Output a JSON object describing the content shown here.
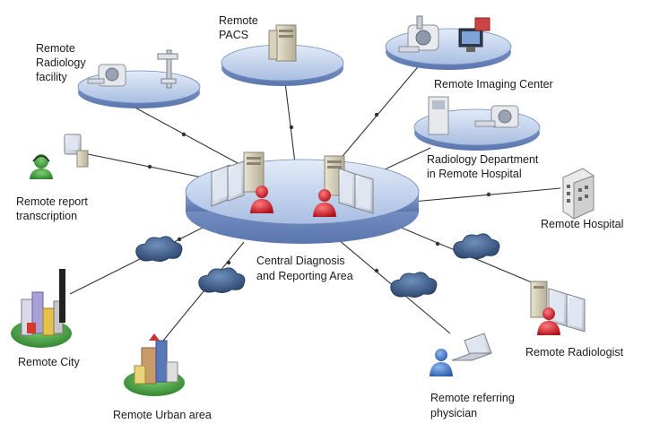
{
  "labels": {
    "remote_pacs": [
      "Remote",
      "PACS"
    ],
    "remote_radiology_facility": [
      "Remote",
      "Radiology",
      "facility"
    ],
    "remote_imaging_center": [
      "Remote Imaging Center"
    ],
    "radiology_department": [
      "Radiology Department",
      "in Remote Hospital"
    ],
    "remote_hospital": [
      "Remote Hospital"
    ],
    "remote_report_transcription": [
      "Remote report",
      "transcription"
    ],
    "central_area": [
      "Central Diagnosis",
      "and Reporting Area"
    ],
    "remote_city": [
      "Remote City"
    ],
    "remote_urban_area": [
      "Remote Urban area"
    ],
    "remote_referring_physician": [
      "Remote referring",
      "physician"
    ],
    "remote_radiologist": [
      "Remote Radiologist"
    ]
  },
  "colors": {
    "platform_top": "#c8d7ee",
    "platform_side": "#7d97c9",
    "cloud": "#3f5f8e",
    "person_red": "#c8202a",
    "person_blue": "#3f78c8",
    "ground_green": "#3e9a3c",
    "line": "#333333"
  }
}
